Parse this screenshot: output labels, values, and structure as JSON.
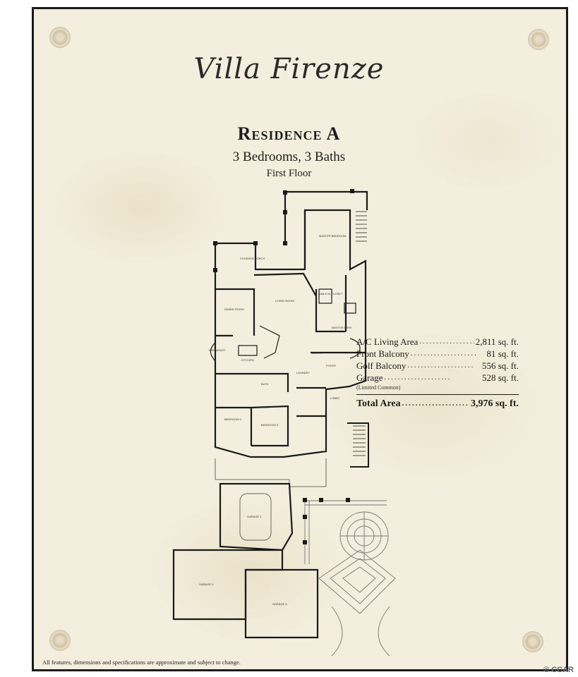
{
  "header": {
    "title": "Villa Firenze",
    "residence": "Residence A",
    "bedrooms_baths": "3 Bedrooms, 3 Baths",
    "floor": "First Floor"
  },
  "areas": {
    "rows": [
      {
        "label": "A/C Living Area",
        "value": "2,811 sq. ft."
      },
      {
        "label": "Front Balcony",
        "value": "81 sq. ft."
      },
      {
        "label": "Golf Balcony",
        "value": "556 sq. ft."
      },
      {
        "label": "Garage",
        "value": "528 sq. ft."
      }
    ],
    "note": "(Limited Common)",
    "total_label": "Total Area",
    "total_value": "3,976 sq. ft."
  },
  "rooms": {
    "covered_porch": "COVERED PORCH",
    "master_bedroom": "MASTER BEDROOM",
    "dining_room": "DINING ROOM",
    "living_room": "LIVING ROOM",
    "walk_in_closet": "WALK IN CLOSET",
    "master_bath": "MASTER BATH",
    "breakfast": "BREAKFAST",
    "kitchen": "KITCHEN",
    "entry": "ENTRY",
    "laundry": "LAUNDRY",
    "foyer": "FOYER",
    "bath": "BATH",
    "bedroom2": "BEDROOM 2",
    "bedroom3": "BEDROOM 3",
    "lobby": "LOBBY",
    "garage1": "GARAGE 1",
    "garage2": "GARAGE 2",
    "garage3": "GARAGE 3"
  },
  "footer": {
    "disclaimer": "All features, dimensions and specifications are approximate and subject to change.",
    "watermark": "© CCAR"
  }
}
